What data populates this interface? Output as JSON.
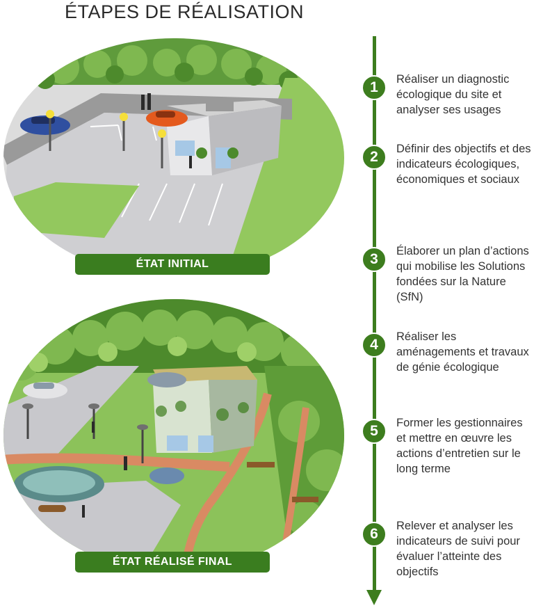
{
  "title": "ÉTAPES DE RÉALISATION",
  "captions": {
    "initial": "ÉTAT INITIAL",
    "final": "ÉTAT RÉALISÉ FINAL"
  },
  "colors": {
    "accent_green": "#3d7d1e",
    "caption_green": "#3a7d1f",
    "text": "#333333"
  },
  "steps": [
    {
      "number": "1",
      "text": "Réaliser un diagnostic écologique du site et analyser ses usages"
    },
    {
      "number": "2",
      "text": "Définir des objectifs et des indicateurs écologiques, économiques et sociaux"
    },
    {
      "number": "3",
      "text": "Élaborer un plan d’actions qui mobilise les Solutions fondées sur la Nature (SfN)"
    },
    {
      "number": "4",
      "text": "Réaliser les aménagements et travaux de génie écologique"
    },
    {
      "number": "5",
      "text": "Former les gestionnaires et mettre en œuvre les actions d’entretien sur le long terme"
    },
    {
      "number": "6",
      "text": "Relever et analyser les indicateurs de suivi pour évaluer l’atteinte des objectifs"
    }
  ]
}
